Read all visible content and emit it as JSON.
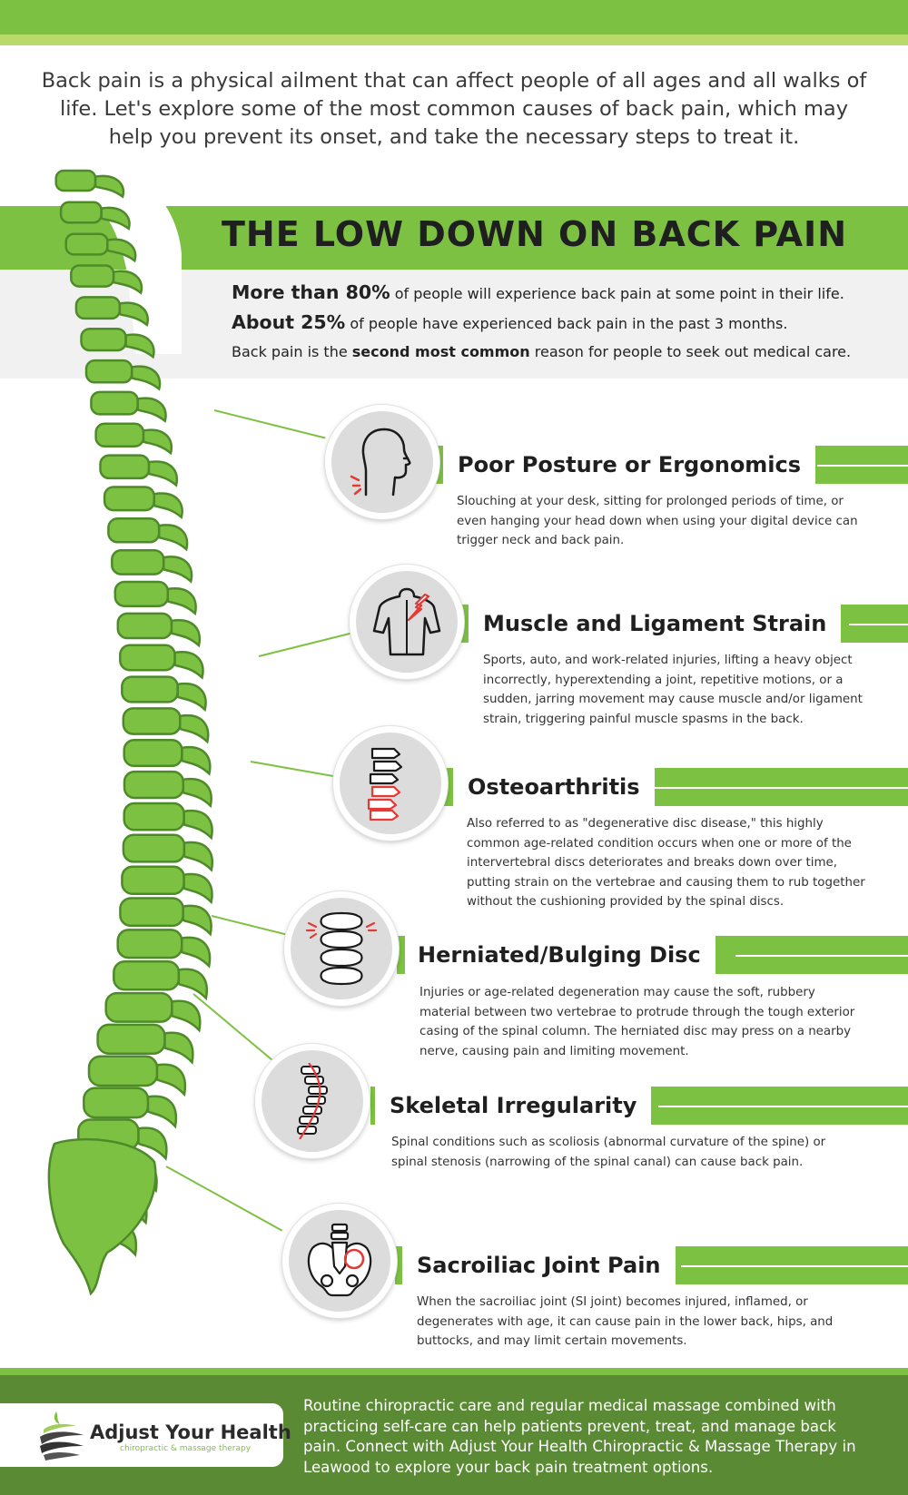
{
  "intro": "Back pain is a physical ailment that can affect people of all ages and all walks of life. Let's explore some of the most common causes of back pain, which may help you prevent its onset, and take the necessary steps to treat it.",
  "title": "THE LOW DOWN ON BACK PAIN",
  "stats": [
    {
      "strong": "More than 80%",
      "rest": " of people will experience back pain at some point in their life."
    },
    {
      "strong": "About 25%",
      "rest": " of people have experienced back pain in the past 3 months."
    },
    {
      "pre": "Back pain is the ",
      "strong": "second most common",
      "rest": " reason for people to seek out medical care."
    }
  ],
  "causes": [
    {
      "title": "Poor Posture or Ergonomics",
      "icon": "head-profile-icon",
      "description": "Slouching at your desk, sitting for prolonged periods of time, or even hanging your head down when using your digital device can trigger neck and back pain."
    },
    {
      "title": "Muscle and Ligament Strain",
      "icon": "torso-strain-icon",
      "description": "Sports, auto, and work-related injuries, lifting a heavy object incorrectly, hyperextending a joint, repetitive motions, or a sudden, jarring movement may cause muscle and/or ligament strain, triggering painful muscle spasms in the back."
    },
    {
      "title": "Osteoarthritis",
      "icon": "vertebrae-column-icon",
      "description": "Also referred to as \"degenerative disc disease,\" this highly common age-related condition occurs when one or more of the intervertebral discs deteriorates and breaks down over time, putting strain on the vertebrae and causing them to rub together without the cushioning provided by the spinal discs."
    },
    {
      "title": "Herniated/Bulging Disc",
      "icon": "bulging-disc-icon",
      "description": "Injuries or age-related degeneration may cause the soft, rubbery material between two vertebrae to protrude through the tough exterior casing of the spinal column. The herniated disc may press on a nearby nerve, causing pain and limiting movement."
    },
    {
      "title": "Skeletal Irregularity",
      "icon": "curved-spine-icon",
      "description": "Spinal conditions such as scoliosis (abnormal curvature of the spine) or spinal stenosis (narrowing of the spinal canal) can cause back pain."
    },
    {
      "title": "Sacroiliac Joint Pain",
      "icon": "pelvis-icon",
      "description": "When the sacroiliac joint (SI joint) becomes injured, inflamed, or degenerates with age, it can cause pain in the lower back, hips, and buttocks, and may limit certain movements."
    }
  ],
  "footer": {
    "logo_name": "Adjust Your Health",
    "logo_tagline": "chiropractic & massage therapy",
    "text": "Routine chiropractic care and regular medical massage combined with practicing self-care can help patients prevent, treat, and manage back pain. Connect with Adjust Your Health Chiropractic & Massage Therapy in Leawood to explore your back pain treatment options."
  },
  "colors": {
    "green": "#7dc143",
    "dark_green": "#5a8a34",
    "light_green": "#b9d96a",
    "accent_red": "#e53935"
  }
}
